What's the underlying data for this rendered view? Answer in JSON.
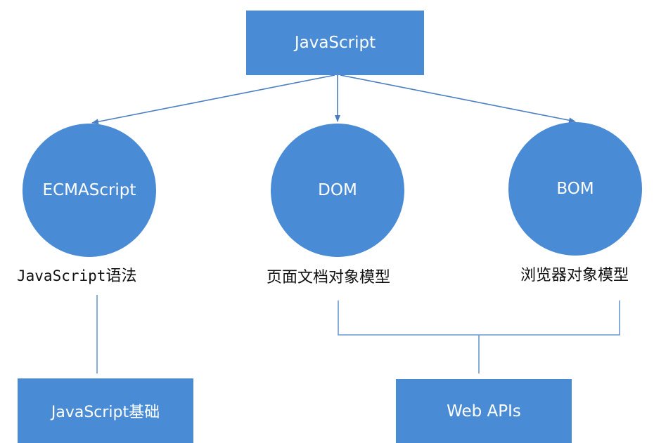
{
  "top_node": {
    "label": "JavaScript"
  },
  "components": [
    {
      "label": "ECMAScript",
      "caption_latin": "JavaScript",
      "caption_cjk": "语法"
    },
    {
      "label": "DOM",
      "caption": "页面文档对象模型"
    },
    {
      "label": "BOM",
      "caption": "浏览器对象模型"
    }
  ],
  "bottom_nodes": [
    {
      "label": "JavaScript基础"
    },
    {
      "label": "Web APIs"
    }
  ],
  "colors": {
    "node_fill": "#4a8bd6",
    "node_text": "#ffffff",
    "arrow": "#4a7fc1",
    "connector": "#6a98cf",
    "caption_text": "#111111"
  }
}
